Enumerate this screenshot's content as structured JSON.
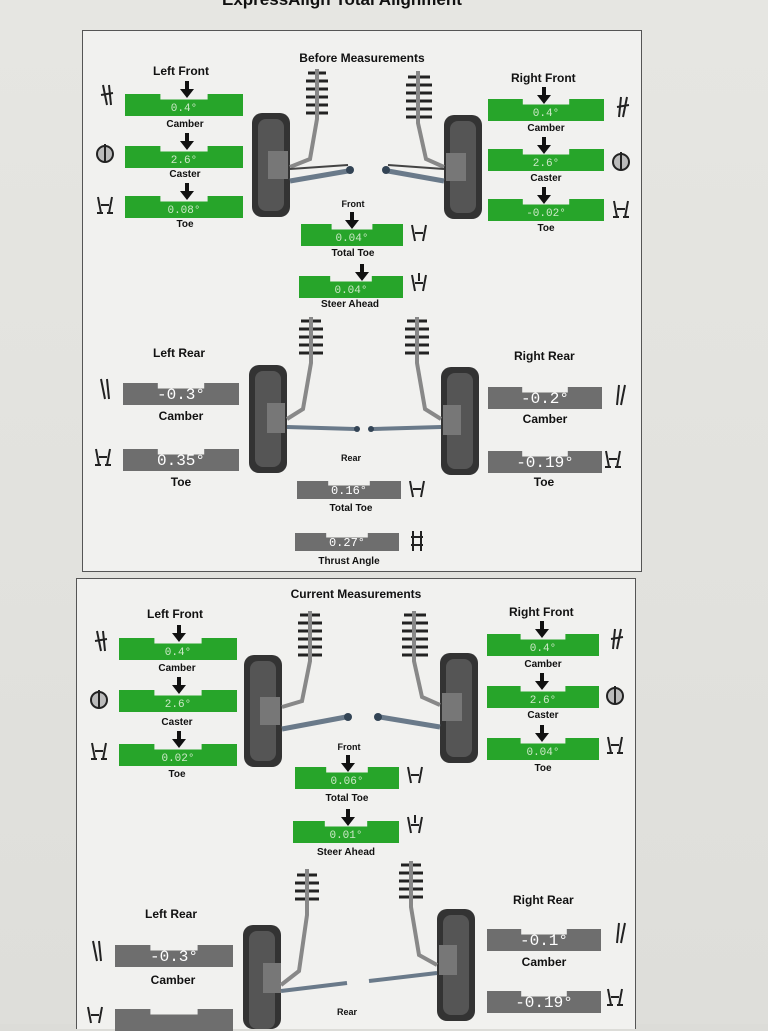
{
  "document_title": "ExpressAlign Total Alignment",
  "before": {
    "title": "Before Measurements",
    "left_front": "Left Front",
    "right_front": "Right Front",
    "left_rear": "Left Rear",
    "right_rear": "Right Rear",
    "front": "Front",
    "rear": "Rear",
    "lf_camber": "0.4°",
    "lf_caster": "2.6°",
    "lf_toe": "0.08°",
    "rf_camber": "0.4°",
    "rf_caster": "2.6°",
    "rf_toe": "-0.02°",
    "front_total_toe": "0.04°",
    "steer_ahead": "0.04°",
    "lr_camber": "-0.3°",
    "lr_toe": "0.35°",
    "rr_camber": "-0.2°",
    "rr_toe": "-0.19°",
    "rear_total_toe": "0.16°",
    "thrust_angle": "0.27°"
  },
  "current": {
    "title": "Current Measurements",
    "left_front": "Left Front",
    "right_front": "Right Front",
    "left_rear": "Left Rear",
    "right_rear": "Right Rear",
    "front": "Front",
    "rear": "Rear",
    "lf_camber": "0.4°",
    "lf_caster": "2.6°",
    "lf_toe": "0.02°",
    "rf_camber": "0.4°",
    "rf_caster": "2.6°",
    "rf_toe": "0.04°",
    "front_total_toe": "0.06°",
    "steer_ahead": "0.01°",
    "lr_camber": "-0.3°",
    "rr_camber": "-0.1°",
    "rr_toe": "-0.19°"
  },
  "labels": {
    "camber": "Camber",
    "caster": "Caster",
    "toe": "Toe",
    "total_toe": "Total Toe",
    "steer_ahead": "Steer Ahead",
    "thrust_angle": "Thrust Angle"
  },
  "colors": {
    "in_spec": "#27a52a",
    "measured": "#6e6e6e"
  }
}
